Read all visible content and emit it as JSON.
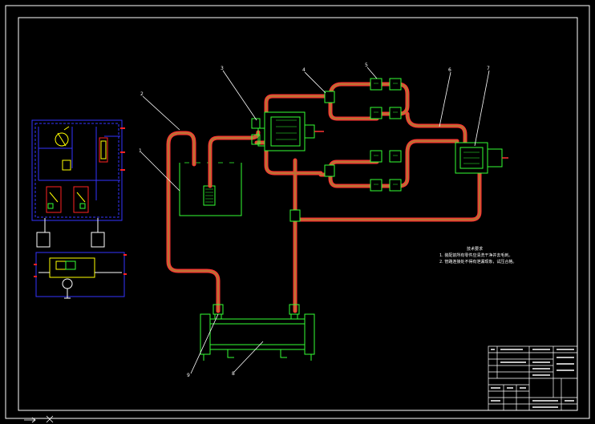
{
  "drawing": {
    "part_labels": [
      "1",
      "2",
      "3",
      "4",
      "5",
      "6",
      "7",
      "8",
      "9"
    ],
    "notes": {
      "title": "技术要求",
      "lines": [
        "1. 装配前所有零件应清洗干净并去毛刺。",
        "2. 管路连接处不得有泄漏现象，试压合格。"
      ]
    }
  },
  "colors": {
    "border": "#ffffff",
    "pipe_outer": "#ff3333",
    "pipe_fill": "#b87333",
    "equipment": "#33ff33",
    "schematic_blue": "#3333ff",
    "schematic_red": "#ff2222",
    "schematic_yellow": "#ffff00",
    "leader": "#ffffff"
  }
}
